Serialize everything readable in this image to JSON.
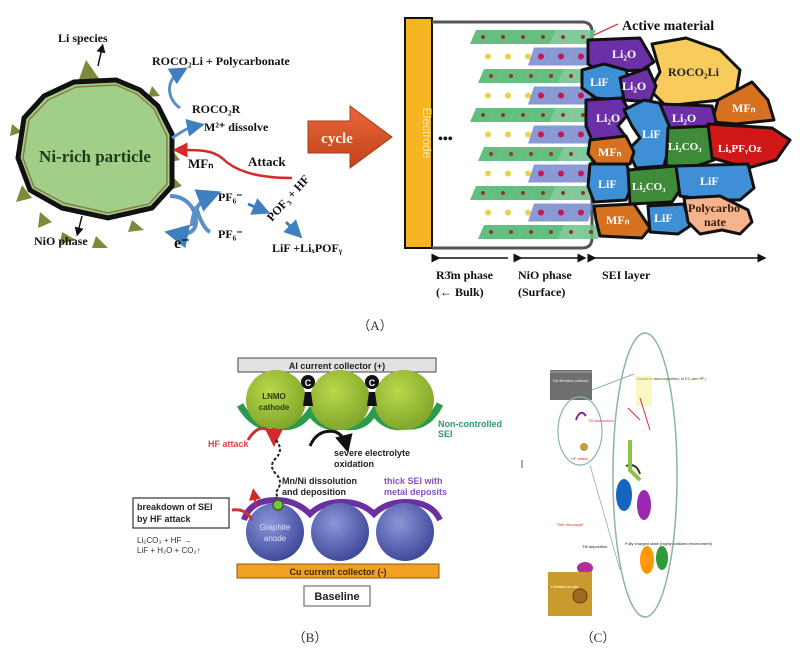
{
  "panel_a": {
    "caption": "（A）",
    "particle": {
      "label": "Ni-rich particle",
      "li_species": "Li species",
      "nio_phase": "NiO phase",
      "rocoli": "ROCO₂Li + Polycarbonate",
      "rocor": "ROCO₂R",
      "m_dissolve": "M²⁺ dissolve",
      "mfn": "MFₙ",
      "attack": "Attack",
      "pf6_top": "PF₆⁻",
      "pf6_bottom": "PF₆⁻",
      "electron": "e⁻",
      "pof3_hf": "POF₃ + HF",
      "lif_product": "LiF +LiₓPOFᵧ"
    },
    "cycle_arrow": "cycle",
    "electrode": "Electrode",
    "active_material": "Active material",
    "ellipsis": "•••",
    "sei_grains": [
      {
        "label": "Li₂O",
        "color": "#6b2fa8"
      },
      {
        "label": "ROCO₂Li",
        "color": "#f7cc5c"
      },
      {
        "label": "LiF",
        "color": "#3e8fd6"
      },
      {
        "label": "Li₂O",
        "color": "#6b2fa8"
      },
      {
        "label": "MFₙ",
        "color": "#d5711f"
      },
      {
        "label": "Li₂O",
        "color": "#6b2fa8"
      },
      {
        "label": "LiF",
        "color": "#3e8fd6"
      },
      {
        "label": "Li₂O",
        "color": "#6b2fa8"
      },
      {
        "label": "MFₙ",
        "color": "#d5711f"
      },
      {
        "label": "Li₂CO₃",
        "color": "#3f8b3a"
      },
      {
        "label": "LiₓPFᵧOz",
        "color": "#d01818"
      },
      {
        "label": "LiF",
        "color": "#3e8fd6"
      },
      {
        "label": "Li₂CO₃",
        "color": "#3f8b3a"
      },
      {
        "label": "LiF",
        "color": "#3e8fd6"
      },
      {
        "label": "MFₙ",
        "color": "#d5711f"
      },
      {
        "label": "LiF",
        "color": "#3e8fd6"
      },
      {
        "label": "Polycarbo",
        "color": "#f5b48e"
      },
      {
        "label": "nate",
        "color": "#f5b48e"
      }
    ],
    "phase_labels": {
      "r3m": "R3̄m phase",
      "bulk": "(← Bulk)",
      "nio": "NiO phase",
      "surface": "(Surface)",
      "sei": "SEI layer"
    }
  },
  "panel_b": {
    "caption": "（B）",
    "al_collector": "Al current collector (+)",
    "carbon": "C",
    "cathode_line1": "LNMO",
    "cathode_line2": "cathode",
    "hf_attack": "HF attack",
    "non_controlled_1": "Non-controlled",
    "non_controlled_2": "SEI",
    "severe_1": "severe electrolyte",
    "severe_2": "oxidation",
    "mnni_1": "Mn/Ni dissolution",
    "mnni_2": "and deposition",
    "thick_sei_1": "thick SEI with",
    "thick_sei_2": "metal deposits",
    "breakdown_1": "breakdown of SEI",
    "breakdown_2": "by HF attack",
    "reaction_1": "Li₂CO₃ + HF →",
    "reaction_2": "LiF + H₂O + CO₂↑",
    "anode_line1": "Graphite",
    "anode_line2": "anode",
    "cu_collector": "Cu current collector (-)",
    "baseline": "Baseline"
  },
  "panel_c": {
    "caption": "（C）",
    "cathode": "De-lithiated cathode",
    "tm_dissolution": "TM dissolution",
    "hf_attack": "HF attack",
    "self_discharge": "\"Self discharge\"",
    "tm_deposition": "TM deposition",
    "anode": "Lithiated anode",
    "oxidative": "Oxidative decomposition of EC and PF₆⁻",
    "fully_charged": "Fully charged state (highly oxidized environment)"
  }
}
